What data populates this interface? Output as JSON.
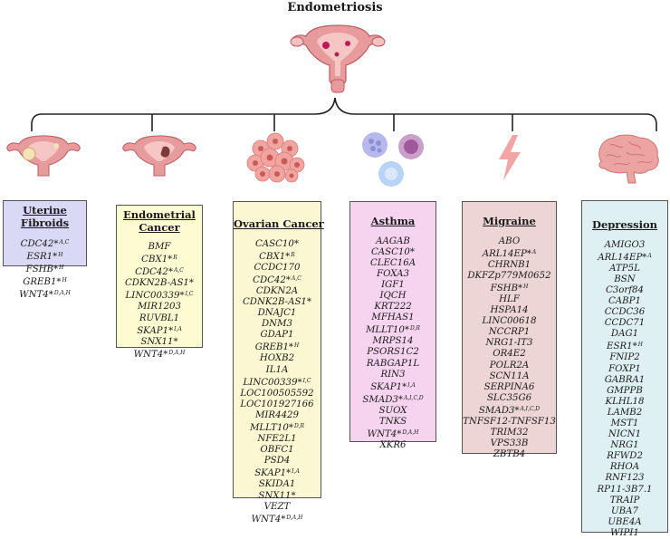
{
  "root": "Endometriosis",
  "colors": {
    "uterine": "#d9d9f5",
    "endometrial": "#fdfbd2",
    "ovarian": "#fbf7d2",
    "asthma": "#f6d4ef",
    "migraine": "#ecd5d4",
    "depression": "#dff0f2"
  },
  "icons": [
    "uterus-icon",
    "uterus-fibroid-icon",
    "uterus-cancer-icon",
    "ovarian-cells-icon",
    "blood-cells-icon",
    "lightning-bolt-icon",
    "brain-icon"
  ],
  "boxes": [
    {
      "key": "uterine",
      "title_lines": [
        "Uterine",
        "Fibroids"
      ],
      "genes": [
        {
          "name": "CDC42*",
          "sup": "A,C"
        },
        {
          "name": "ESR1*",
          "sup": "H"
        },
        {
          "name": "FSHB*",
          "sup": "H"
        },
        {
          "name": "GREB1*",
          "sup": "H"
        },
        {
          "name": "WNT4*",
          "sup": "D,A,H"
        }
      ]
    },
    {
      "key": "endometrial",
      "title_lines": [
        "Endometrial",
        "Cancer"
      ],
      "genes": [
        {
          "name": "BMF",
          "sup": ""
        },
        {
          "name": "CBX1*",
          "sup": "R"
        },
        {
          "name": "CDC42*",
          "sup": "A,C"
        },
        {
          "name": "CDKN2B-AS1*",
          "sup": ""
        },
        {
          "name": "LINC00339*",
          "sup": "I,C"
        },
        {
          "name": "MIR1203",
          "sup": ""
        },
        {
          "name": "RUVBL1",
          "sup": ""
        },
        {
          "name": "SKAP1*",
          "sup": "I,A"
        },
        {
          "name": "SNX11*",
          "sup": ""
        },
        {
          "name": "WNT4*",
          "sup": "D,A,H"
        }
      ]
    },
    {
      "key": "ovarian",
      "title_lines": [
        "Ovarian Cancer"
      ],
      "genes": [
        {
          "name": "CASC10*",
          "sup": ""
        },
        {
          "name": "CBX1*",
          "sup": "R"
        },
        {
          "name": "CCDC170",
          "sup": ""
        },
        {
          "name": "CDC42*",
          "sup": "A,C"
        },
        {
          "name": "CDKN2A",
          "sup": ""
        },
        {
          "name": "CDNK2B-AS1*",
          "sup": ""
        },
        {
          "name": "DNAJC1",
          "sup": ""
        },
        {
          "name": "DNM3",
          "sup": ""
        },
        {
          "name": "GDAP1",
          "sup": ""
        },
        {
          "name": "GREB1*",
          "sup": "H"
        },
        {
          "name": "HOXB2",
          "sup": ""
        },
        {
          "name": "IL1A",
          "sup": ""
        },
        {
          "name": "LINC00339*",
          "sup": "I,C"
        },
        {
          "name": "LOC100505592",
          "sup": ""
        },
        {
          "name": "LOC101927166",
          "sup": ""
        },
        {
          "name": "MIR4429",
          "sup": ""
        },
        {
          "name": "MLLT10*",
          "sup": "D,R"
        },
        {
          "name": "NFE2L1",
          "sup": ""
        },
        {
          "name": "OBFC1",
          "sup": ""
        },
        {
          "name": "PSD4",
          "sup": ""
        },
        {
          "name": "SKAP1*",
          "sup": "I,A"
        },
        {
          "name": "SKIDA1",
          "sup": ""
        },
        {
          "name": "SNX11*",
          "sup": ""
        },
        {
          "name": "VEZT",
          "sup": ""
        },
        {
          "name": "WNT4*",
          "sup": "D,A,H"
        }
      ]
    },
    {
      "key": "asthma",
      "title_lines": [
        "Asthma"
      ],
      "genes": [
        {
          "name": "AAGAB",
          "sup": ""
        },
        {
          "name": "CASC10*",
          "sup": ""
        },
        {
          "name": "CLEC16A",
          "sup": ""
        },
        {
          "name": "FOXA3",
          "sup": ""
        },
        {
          "name": "IGF1",
          "sup": ""
        },
        {
          "name": "IQCH",
          "sup": ""
        },
        {
          "name": "KRT222",
          "sup": ""
        },
        {
          "name": "MFHAS1",
          "sup": ""
        },
        {
          "name": "MLLT10*",
          "sup": "D,R"
        },
        {
          "name": "MRPS14",
          "sup": ""
        },
        {
          "name": "PSORS1C2",
          "sup": ""
        },
        {
          "name": "RABGAP1L",
          "sup": ""
        },
        {
          "name": "RIN3",
          "sup": ""
        },
        {
          "name": "SKAP1*",
          "sup": "I,A"
        },
        {
          "name": "SMAD3*",
          "sup": "A,I,C,D"
        },
        {
          "name": "SUOX",
          "sup": ""
        },
        {
          "name": "TNKS",
          "sup": ""
        },
        {
          "name": "WNT4*",
          "sup": "D,A,H"
        },
        {
          "name": "XKR6",
          "sup": ""
        }
      ]
    },
    {
      "key": "migraine",
      "title_lines": [
        "Migraine"
      ],
      "genes": [
        {
          "name": "ABO",
          "sup": ""
        },
        {
          "name": "ARL14EP*",
          "sup": "A"
        },
        {
          "name": "CHRNB1",
          "sup": ""
        },
        {
          "name": "DKFZp779M0652",
          "sup": ""
        },
        {
          "name": "FSHB*",
          "sup": "H"
        },
        {
          "name": "HLF",
          "sup": ""
        },
        {
          "name": "HSPA14",
          "sup": ""
        },
        {
          "name": "LINC00618",
          "sup": ""
        },
        {
          "name": "NCCRP1",
          "sup": ""
        },
        {
          "name": "NRG1-IT3",
          "sup": ""
        },
        {
          "name": "OR4E2",
          "sup": ""
        },
        {
          "name": "POLR2A",
          "sup": ""
        },
        {
          "name": "SCN11A",
          "sup": ""
        },
        {
          "name": "SERPINA6",
          "sup": ""
        },
        {
          "name": "SLC35G6",
          "sup": ""
        },
        {
          "name": "SMAD3*",
          "sup": "A,I,C,D"
        },
        {
          "name": "TNFSF12-TNFSF13",
          "sup": ""
        },
        {
          "name": "TRIM32",
          "sup": ""
        },
        {
          "name": "VPS33B",
          "sup": ""
        },
        {
          "name": "ZBTB4",
          "sup": ""
        }
      ]
    },
    {
      "key": "depression",
      "title_lines": [
        "Depression"
      ],
      "genes": [
        {
          "name": "AMIGO3",
          "sup": ""
        },
        {
          "name": "ARL14EP*",
          "sup": "A"
        },
        {
          "name": "ATP5L",
          "sup": ""
        },
        {
          "name": "BSN",
          "sup": ""
        },
        {
          "name": "C3orf84",
          "sup": ""
        },
        {
          "name": "CABP1",
          "sup": ""
        },
        {
          "name": "CCDC36",
          "sup": ""
        },
        {
          "name": "CCDC71",
          "sup": ""
        },
        {
          "name": "DAG1",
          "sup": ""
        },
        {
          "name": "ESR1*",
          "sup": "H"
        },
        {
          "name": "FNIP2",
          "sup": ""
        },
        {
          "name": "FOXP1",
          "sup": ""
        },
        {
          "name": "GABRA1",
          "sup": ""
        },
        {
          "name": "GMPPB",
          "sup": ""
        },
        {
          "name": "KLHL18",
          "sup": ""
        },
        {
          "name": "LAMB2",
          "sup": ""
        },
        {
          "name": "MST1",
          "sup": ""
        },
        {
          "name": "NICN1",
          "sup": ""
        },
        {
          "name": "NRG1",
          "sup": ""
        },
        {
          "name": "RFWD2",
          "sup": ""
        },
        {
          "name": "RHOA",
          "sup": ""
        },
        {
          "name": "RNF123",
          "sup": ""
        },
        {
          "name": "RP11-3B7.1",
          "sup": ""
        },
        {
          "name": "TRAIP",
          "sup": ""
        },
        {
          "name": "UBA7",
          "sup": ""
        },
        {
          "name": "UBE4A",
          "sup": ""
        },
        {
          "name": "WIPI1",
          "sup": ""
        }
      ]
    }
  ]
}
